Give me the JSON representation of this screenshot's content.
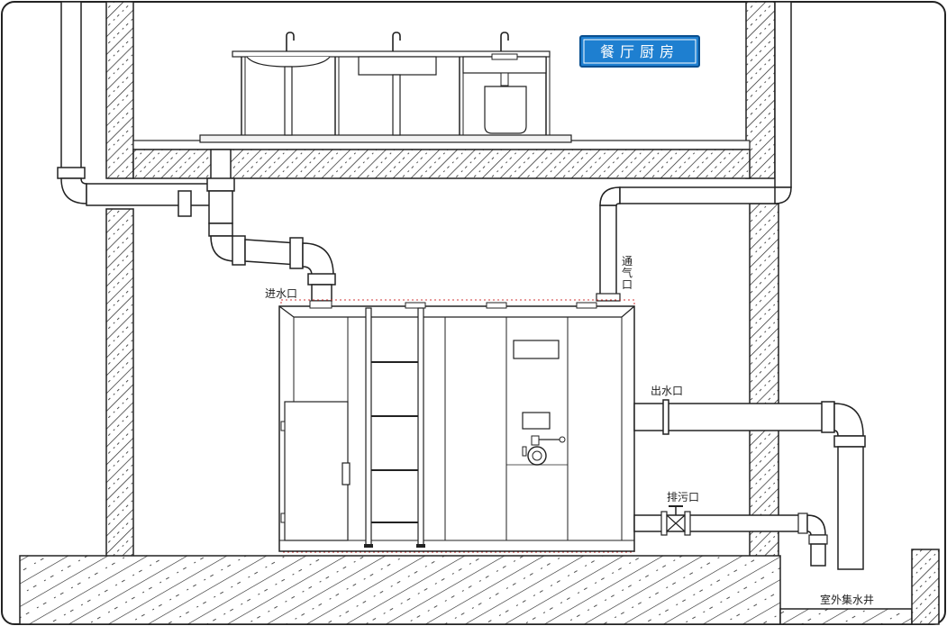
{
  "title": "餐厅厨房",
  "labels": {
    "inlet": "进水口",
    "vent": "通气口",
    "outlet": "出水口",
    "drain": "排污口",
    "well": "室外集水井"
  },
  "colors": {
    "title_bg": "#1e7fd0",
    "line": "#222222",
    "redline": "#d23a3a"
  }
}
